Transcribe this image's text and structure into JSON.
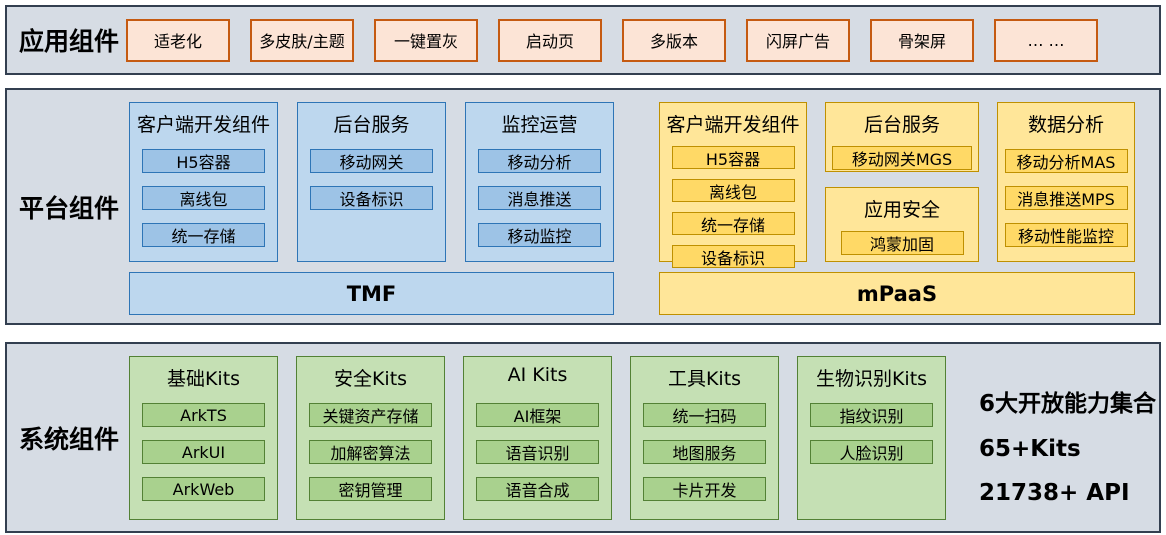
{
  "app_band": {
    "label": "应用组件",
    "items": [
      "适老化",
      "多皮肤/主题",
      "一键置灰",
      "启动页",
      "多版本",
      "闪屏广告",
      "骨架屏",
      "… …"
    ]
  },
  "platform_band": {
    "label": "平台组件",
    "tmf": {
      "bar_label": "TMF",
      "groups": [
        {
          "title": "客户端开发组件",
          "items": [
            "H5容器",
            "离线包",
            "统一存储"
          ]
        },
        {
          "title": "后台服务",
          "items": [
            "移动网关",
            "设备标识"
          ]
        },
        {
          "title": "监控运营",
          "items": [
            "移动分析",
            "消息推送",
            "移动监控"
          ]
        }
      ]
    },
    "mpaas": {
      "bar_label": "mPaaS",
      "groups": [
        {
          "title": "客户端开发组件",
          "items": [
            "H5容器",
            "离线包",
            "统一存储",
            "设备标识"
          ]
        },
        {
          "title": "后台服务",
          "items": [
            "移动网关MGS"
          ]
        },
        {
          "title": "应用安全",
          "items": [
            "鸿蒙加固"
          ]
        },
        {
          "title": "数据分析",
          "items": [
            "移动分析MAS",
            "消息推送MPS",
            "移动性能监控"
          ]
        }
      ]
    }
  },
  "system_band": {
    "label": "系统组件",
    "groups": [
      {
        "title": "基础Kits",
        "items": [
          "ArkTS",
          "ArkUI",
          "ArkWeb"
        ]
      },
      {
        "title": "安全Kits",
        "items": [
          "关键资产存储",
          "加解密算法",
          "密钥管理"
        ]
      },
      {
        "title": "AI Kits",
        "items": [
          "AI框架",
          "语音识别",
          "语音合成"
        ]
      },
      {
        "title": "工具Kits",
        "items": [
          "统一扫码",
          "地图服务",
          "卡片开发"
        ]
      },
      {
        "title": "生物识别Kits",
        "items": [
          "指纹识别",
          "人脸识别"
        ]
      }
    ],
    "summary_lines": [
      "6大开放能力集合",
      "65+Kits",
      "21738+ API"
    ]
  },
  "colors": {
    "band_bg": "#d6dce4",
    "band_border": "#333f50",
    "app_box_bg": "#fce4d6",
    "app_box_border": "#c55a11",
    "blue_group_bg": "#bdd7ee",
    "blue_item_bg": "#9dc3e6",
    "blue_border": "#2e75b6",
    "yellow_group_bg": "#ffe699",
    "yellow_item_bg": "#ffd966",
    "yellow_border": "#bf9000",
    "green_group_bg": "#c5e0b4",
    "green_item_bg": "#a9d18e",
    "green_border": "#538135"
  }
}
